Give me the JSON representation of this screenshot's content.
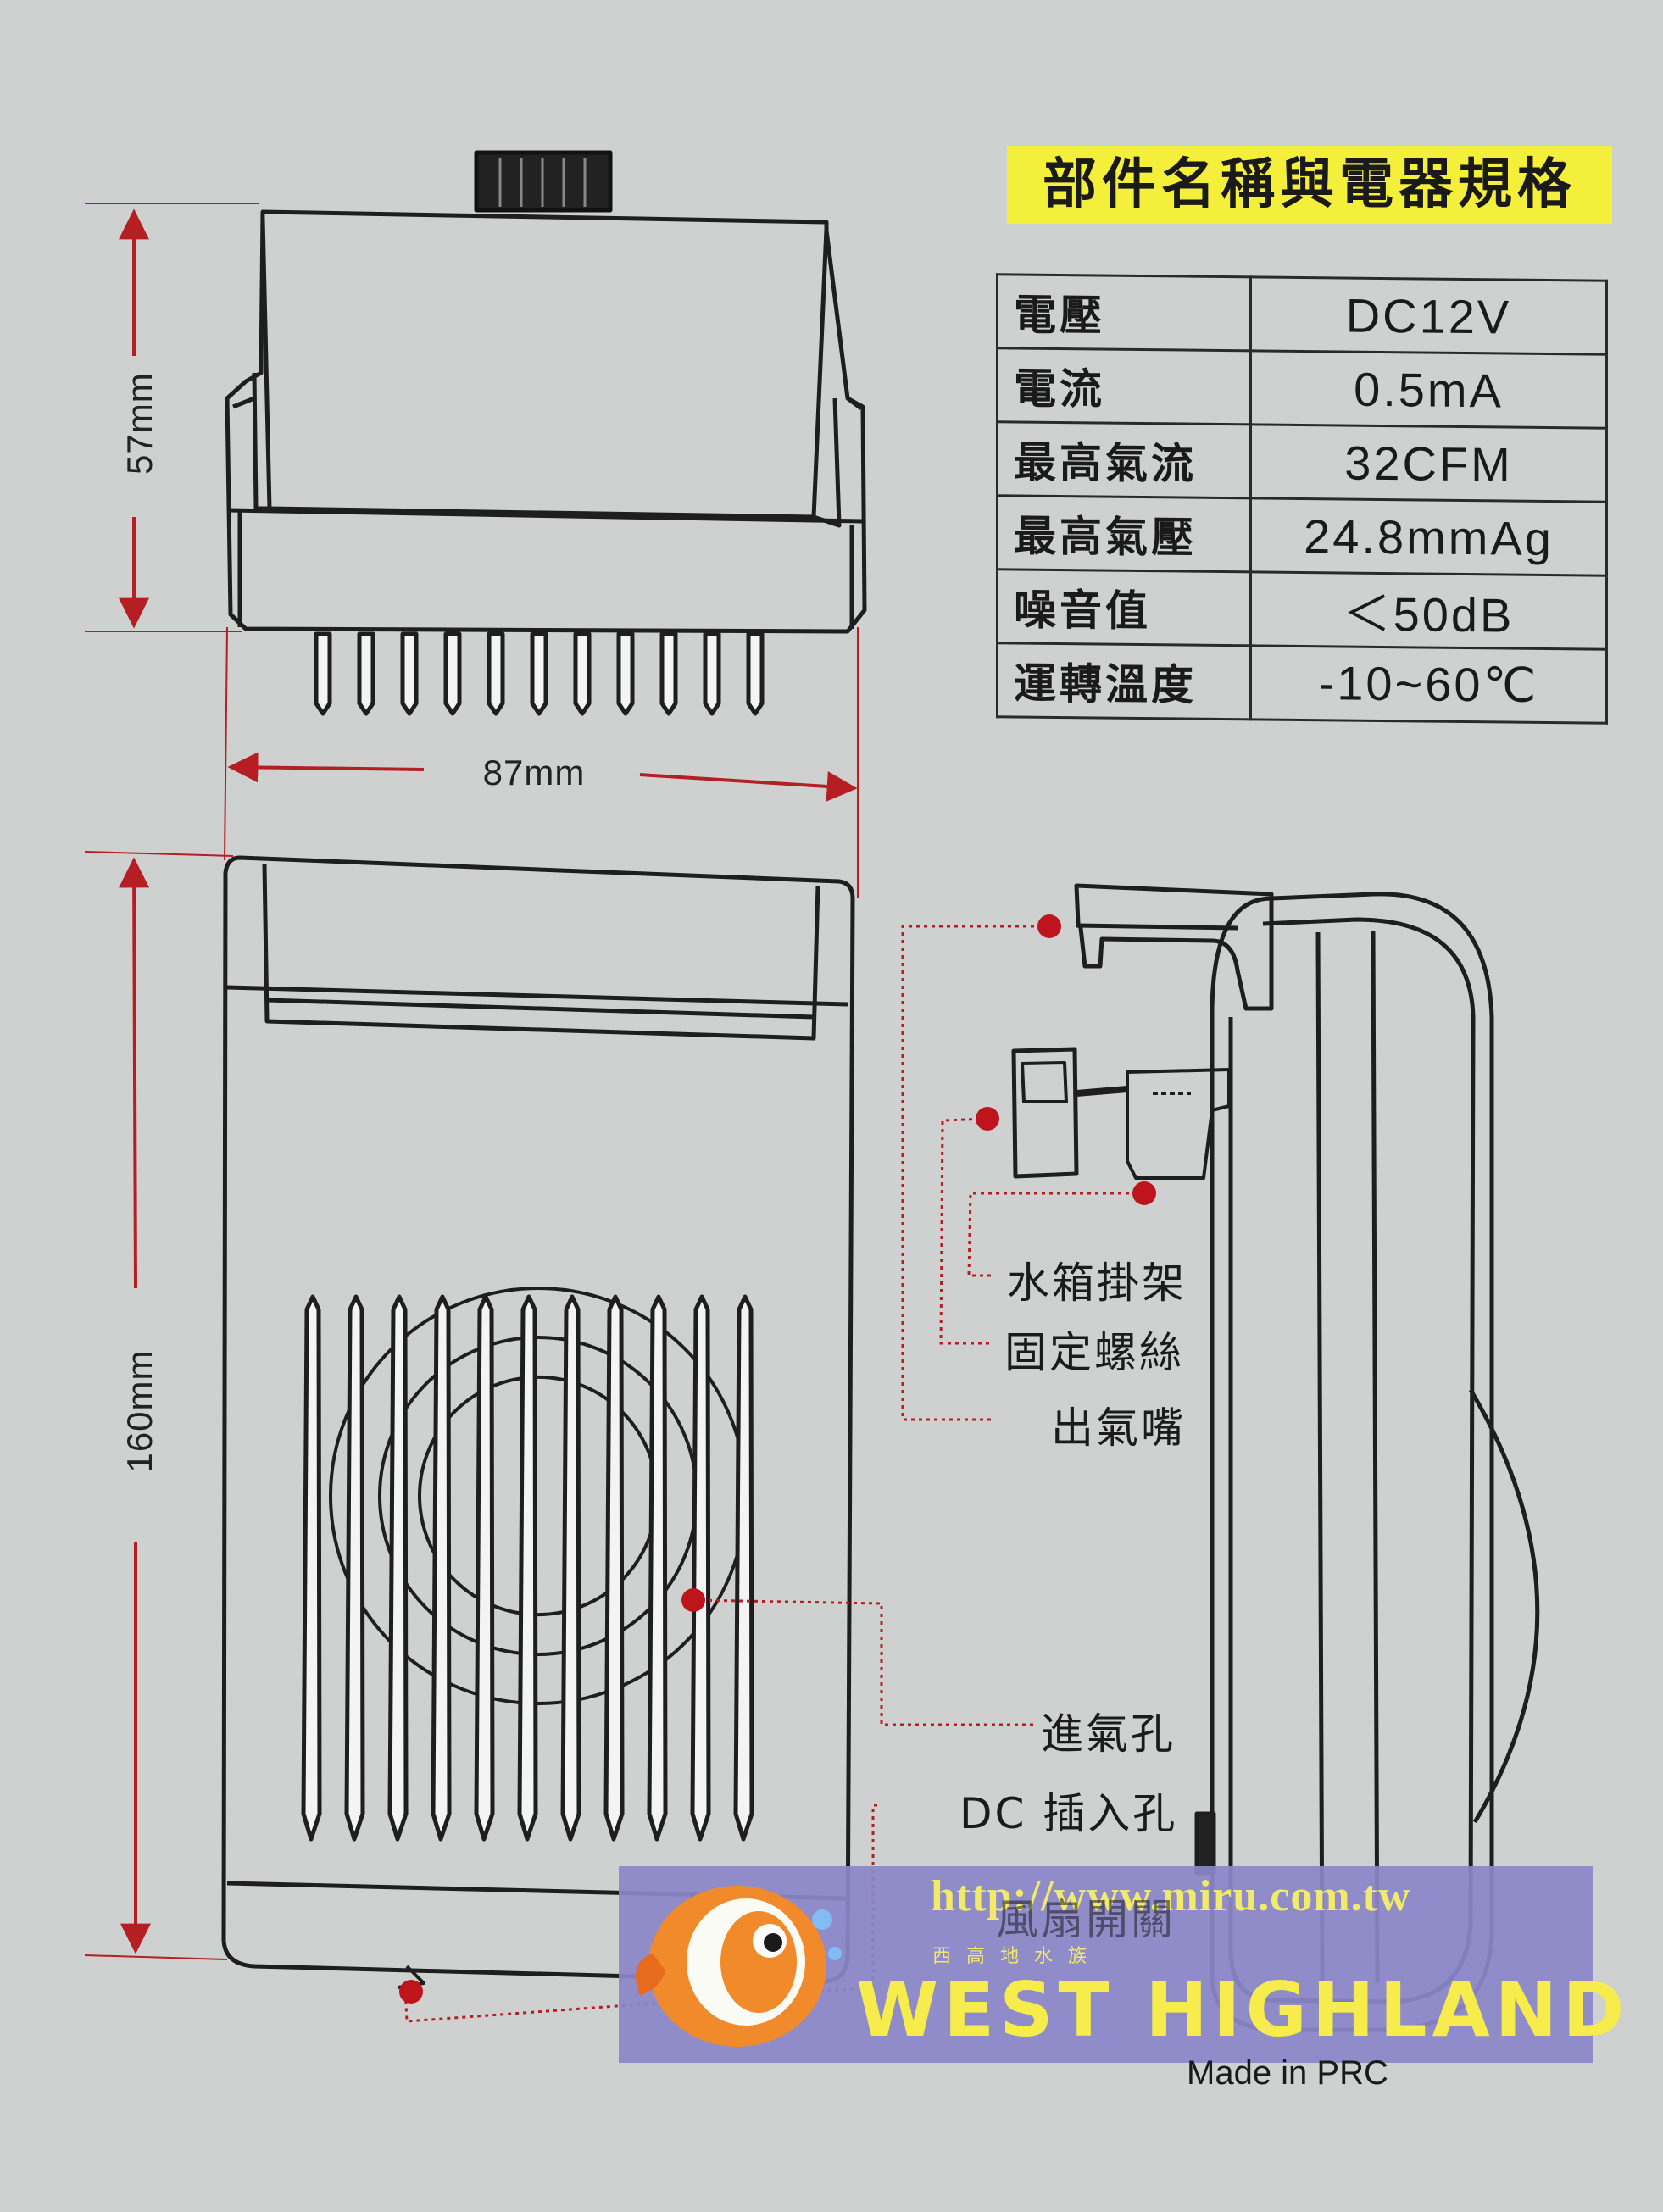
{
  "spec": {
    "title": "部件名稱與電器規格",
    "rows": [
      {
        "label": "電壓",
        "value": "DC12V"
      },
      {
        "label": "電流",
        "value": "0.5mA"
      },
      {
        "label": "最高氣流",
        "value": "32CFM"
      },
      {
        "label": "最高氣壓",
        "value": "24.8mmAg"
      },
      {
        "label": "噪音值",
        "value": "＜50dB"
      },
      {
        "label": "運轉溫度",
        "value": "-10~60℃"
      }
    ]
  },
  "dimensions": {
    "height_top": "57mm",
    "width": "87mm",
    "height_front": "160mm"
  },
  "callouts": {
    "tank_hanger": "水箱掛架",
    "fixing_screw": "固定螺絲",
    "air_outlet": "出氣嘴",
    "air_inlet": "進氣孔",
    "dc_jack": "DC 插入孔",
    "fan_switch": "風扇開關"
  },
  "watermark": {
    "url": "http://www.miru.com.tw",
    "brand": "WEST HIGHLAND",
    "tagline": "西高地水族"
  },
  "footer": {
    "origin": "Made in PRC"
  },
  "colors": {
    "dimension_line": "#b51f24",
    "callout_dot": "#c0141c",
    "highlight": "#f4ef3a",
    "banner": "#8a86c8"
  }
}
